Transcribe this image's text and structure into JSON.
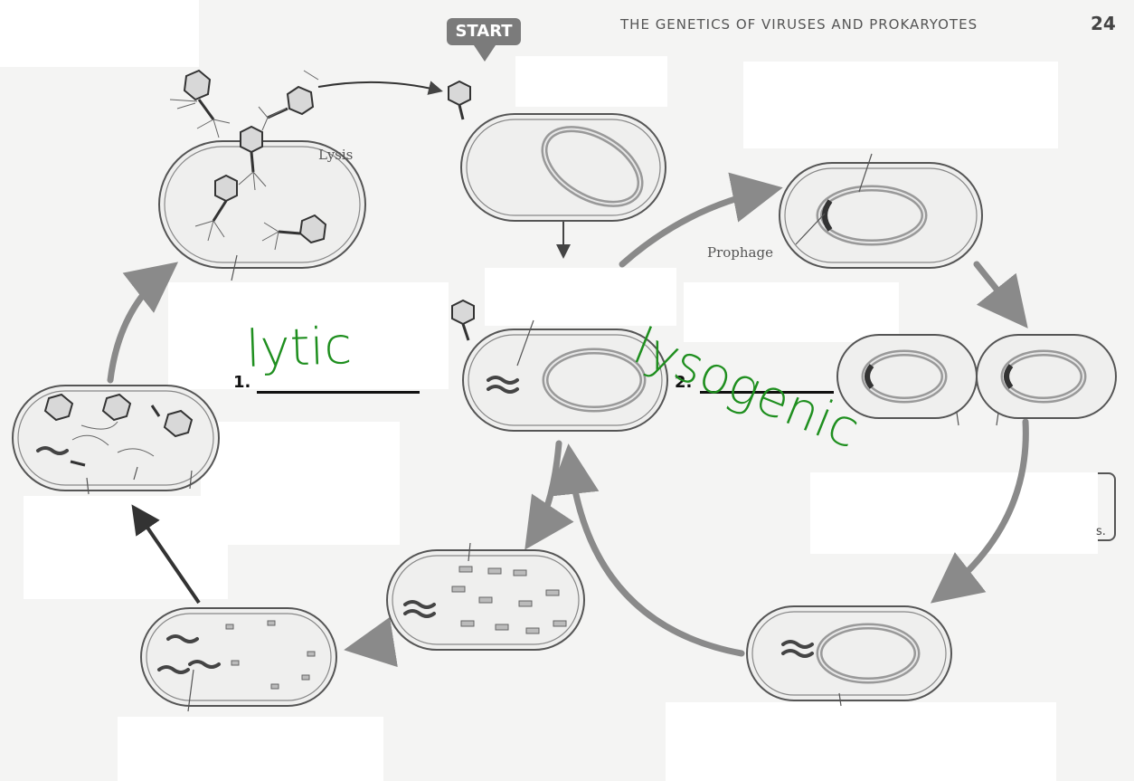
{
  "header": {
    "running_title": "THE GENETICS OF VIRUSES AND PROKARYOTES",
    "page_number": "24"
  },
  "start_badge": "START",
  "labels": {
    "lysis": "Lysis",
    "prophage": "Prophage"
  },
  "blanks": [
    {
      "number": "1.",
      "handwritten_answer": "lytic"
    },
    {
      "number": "2.",
      "handwritten_answer": "lysogenic"
    }
  ],
  "cut_text_fragment": "s.",
  "colors": {
    "ink_green": "#1f8f1f",
    "arrow_gray": "#8a8a8a",
    "cell_outline": "#555555"
  }
}
